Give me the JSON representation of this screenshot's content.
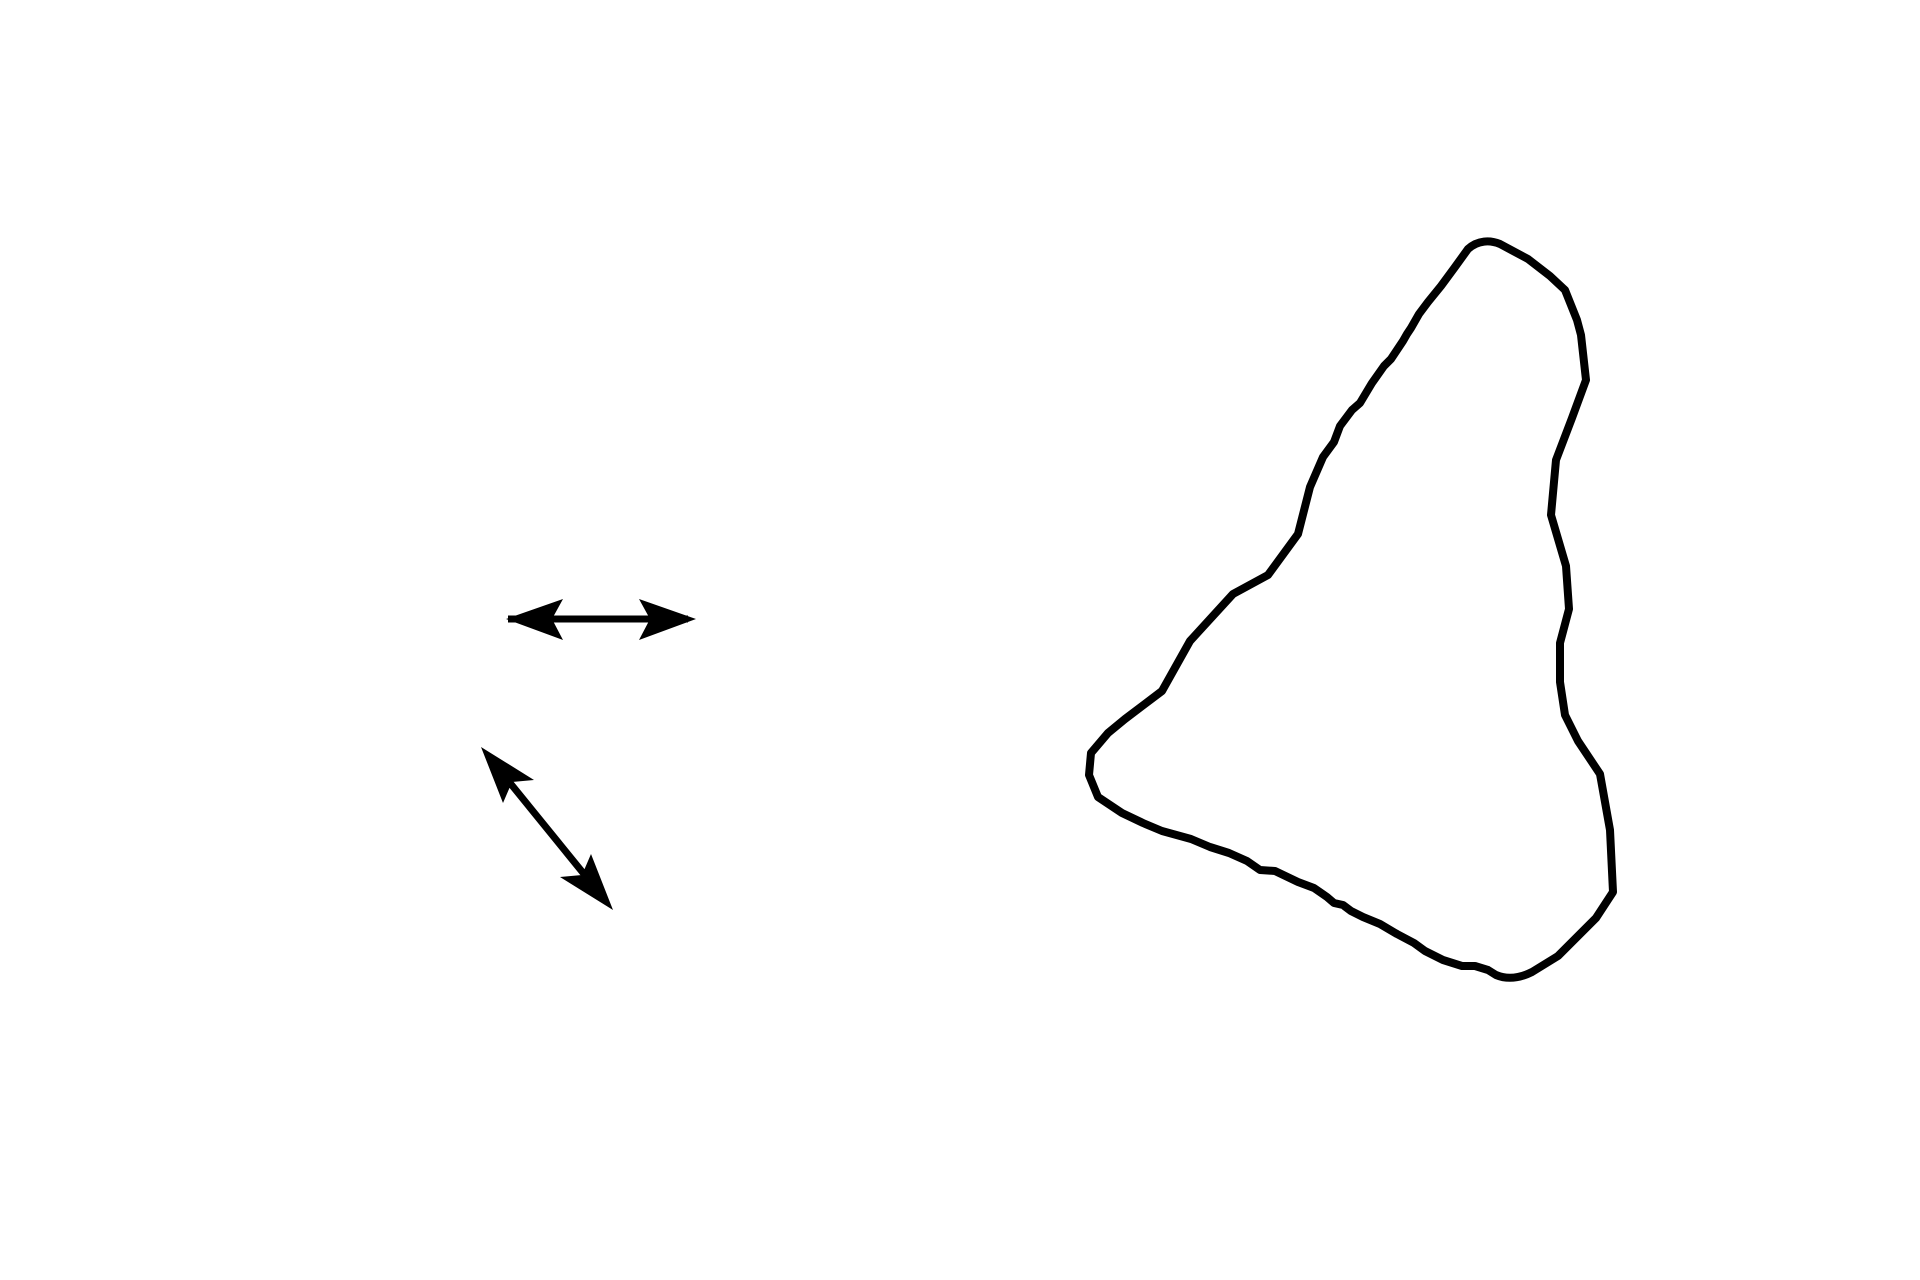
{
  "canvas": {
    "background_color": "#ffffff",
    "stroke_color": "#000000"
  },
  "elements": {
    "horizontal_arrow": {
      "icon": "double-headed-arrow-horizontal"
    },
    "diagonal_arrow": {
      "icon": "double-headed-arrow-diagonal"
    },
    "shape": {
      "icon": "hand-drawn-triangular-outline"
    }
  }
}
